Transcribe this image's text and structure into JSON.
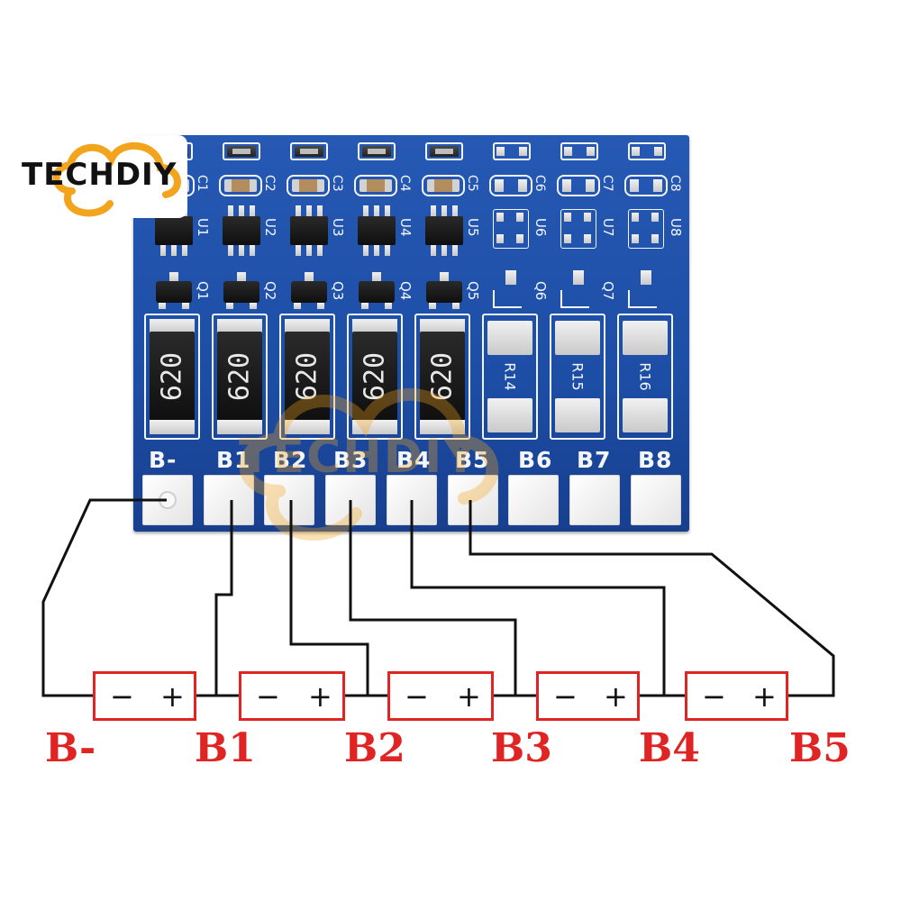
{
  "logo": {
    "text": "TECHDIY"
  },
  "board": {
    "capacitor_labels": [
      "C1",
      "C2",
      "C3",
      "C4",
      "C5",
      "C6",
      "C7",
      "C8"
    ],
    "ic_labels": [
      "U1",
      "U2",
      "U3",
      "U4",
      "U5",
      "U6",
      "U7",
      "U8"
    ],
    "transistor_labels": [
      "Q1",
      "Q2",
      "Q3",
      "Q4",
      "Q5",
      "Q6",
      "Q7"
    ],
    "resistor_marking": "620",
    "resistor_pad_labels": [
      "R14",
      "R15",
      "R16"
    ],
    "pad_labels": [
      "B-",
      "B1",
      "B2",
      "B3",
      "B4",
      "B5",
      "B6",
      "B7",
      "B8"
    ]
  },
  "wiring": {
    "cells": [
      {
        "neg": "−",
        "pos": "+"
      },
      {
        "neg": "−",
        "pos": "+"
      },
      {
        "neg": "−",
        "pos": "+"
      },
      {
        "neg": "−",
        "pos": "+"
      },
      {
        "neg": "−",
        "pos": "+"
      }
    ],
    "terminal_labels": [
      "B-",
      "B1",
      "B2",
      "B3",
      "B4",
      "B5"
    ]
  },
  "colors": {
    "board": "#1d4ea6",
    "silkscreen": "#f4f6fb",
    "wire": "#111111",
    "cell_outline": "#e02424",
    "terminal_label": "#e02424",
    "logo_swirl": "#f2a51c"
  }
}
